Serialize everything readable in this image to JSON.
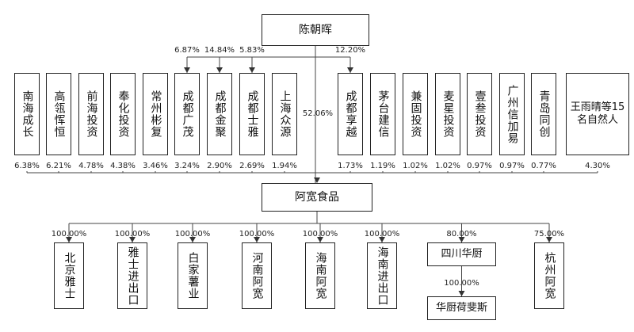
{
  "top": {
    "name": "陈朝晖",
    "to_center_pct": "52.06%"
  },
  "center": {
    "name": "阿宽食品"
  },
  "shareholders": [
    {
      "name": "南海成长",
      "pct": "6.38%"
    },
    {
      "name": "高瓴恽恒",
      "pct": "6.21%"
    },
    {
      "name": "前海投资",
      "pct": "4.78%"
    },
    {
      "name": "奉化投资",
      "pct": "4.38%"
    },
    {
      "name": "常州彬复",
      "pct": "3.46%"
    },
    {
      "name": "成都广茂",
      "pct": "3.24%",
      "top_pct": "6.87%"
    },
    {
      "name": "成都金聚",
      "pct": "2.90%",
      "top_pct": "14.84%"
    },
    {
      "name": "成都士雅",
      "pct": "2.69%",
      "top_pct": "5.83%"
    },
    {
      "name": "上海众源",
      "pct": "1.94%"
    },
    {
      "name": "成都享越",
      "pct": "1.73%",
      "top_pct": "12.20%"
    },
    {
      "name": "茅台建信",
      "pct": "1.19%"
    },
    {
      "name": "兼固投资",
      "pct": "1.02%"
    },
    {
      "name": "麦星投资",
      "pct": "1.02%"
    },
    {
      "name": "壹叁投资",
      "pct": "0.97%"
    },
    {
      "name": "广州信加易",
      "pct": "0.97%"
    },
    {
      "name": "青岛同创",
      "pct": "0.77%"
    },
    {
      "name": "王雨晴等15名自然人",
      "pct": "4.30%"
    }
  ],
  "subsidiaries": [
    {
      "name": "北京雅士",
      "pct": "100.00%"
    },
    {
      "name": "雅士进出口",
      "pct": "100.00%"
    },
    {
      "name": "白家薯业",
      "pct": "100.00%"
    },
    {
      "name": "河南阿宽",
      "pct": "100.00%"
    },
    {
      "name": "海南阿宽",
      "pct": "100.00%"
    },
    {
      "name": "海南进出口",
      "pct": "100.00%"
    },
    {
      "name": "四川华厨",
      "pct": "80.00%"
    },
    {
      "name": "杭州阿宽",
      "pct": "75.00%"
    }
  ],
  "sub_sub": {
    "name": "华厨荷斐斯",
    "pct": "100.00%"
  }
}
